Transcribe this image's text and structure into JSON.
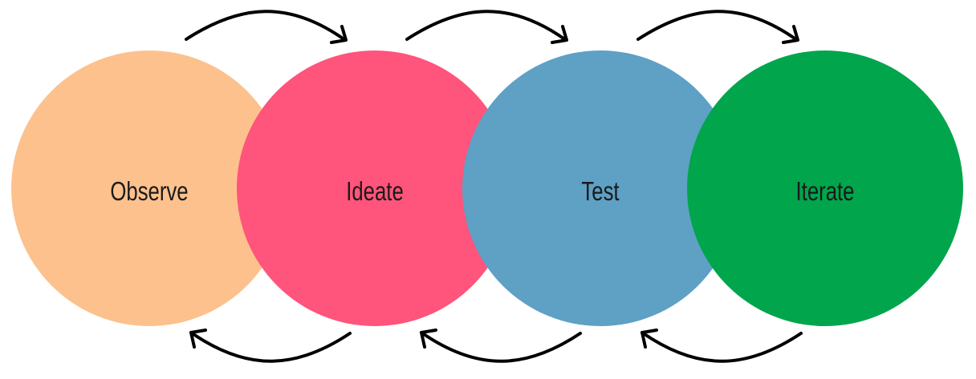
{
  "stages": [
    {
      "label": "Observe",
      "color": "#FDC18D"
    },
    {
      "label": "Ideate",
      "color": "#FF547B"
    },
    {
      "label": "Test",
      "color": "#5FA0C5"
    },
    {
      "label": "Iterate",
      "color": "#00A54C"
    }
  ],
  "arrow_color": "#000000"
}
